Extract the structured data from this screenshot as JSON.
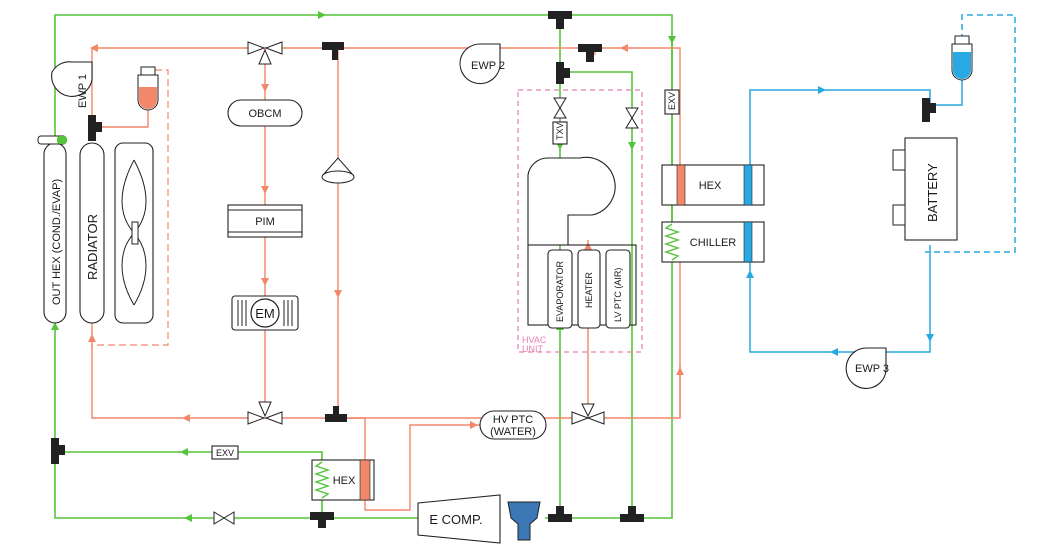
{
  "colors": {
    "refrigerant": "#56c43a",
    "coolant": "#f2876a",
    "battery_loop": "#29a9e1",
    "hvac_outline": "#e77fb4",
    "coolant_tank": "#f2876a",
    "battery_tank": "#29a9e1",
    "compressor_oil": "#3d78b6",
    "fitting": "#222222"
  },
  "labels": {
    "out_hex": "OUT HEX (COND./EVAP)",
    "radiator": "RADIATOR",
    "ewp1": "EWP 1",
    "ewp2": "EWP 2",
    "ewp3": "EWP 3",
    "obcm": "OBCM",
    "pim": "PIM",
    "em": "EM",
    "txv": "TXV",
    "exv_top": "EXV",
    "exv_bottom": "EXV",
    "evaporator": "EVAPORATOR",
    "heater": "HEATER",
    "lv_ptc": "LV PTC (AIR)",
    "hvac_unit_line1": "HVAC",
    "hvac_unit_line2": "UNIT",
    "hex_right": "HEX",
    "chiller": "CHILLER",
    "battery": "BATTERY",
    "hv_ptc_line1": "HV PTC",
    "hv_ptc_line2": "(WATER)",
    "hex_bottom": "HEX",
    "e_comp": "E COMP."
  }
}
